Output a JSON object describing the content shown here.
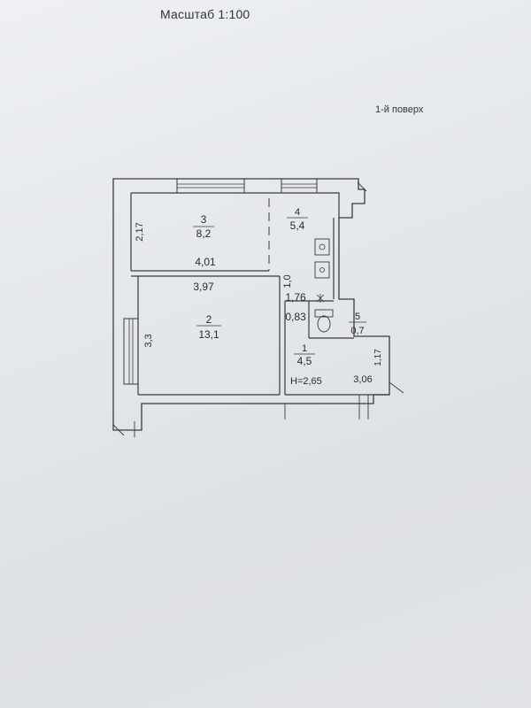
{
  "header": {
    "scale": "Масштаб 1:100",
    "floor": "1-й поверх"
  },
  "rooms": [
    {
      "number": "3",
      "area": "8,2"
    },
    {
      "number": "4",
      "area": "5,4"
    },
    {
      "number": "2",
      "area": "13,1"
    },
    {
      "number": "1",
      "area": "4,5"
    },
    {
      "number": "5",
      "area": "0,7"
    }
  ],
  "dimensions": {
    "room3_height": "2,17",
    "room3_width": "4,01",
    "room2_width": "3,97",
    "room2_height": "3,3",
    "corridor_width": "1,76",
    "corridor_depth": "1,0",
    "wc_width": "0,83",
    "hall_width": "3,06",
    "hall_depth": "1,17",
    "ceiling_height": "H=2,65"
  }
}
